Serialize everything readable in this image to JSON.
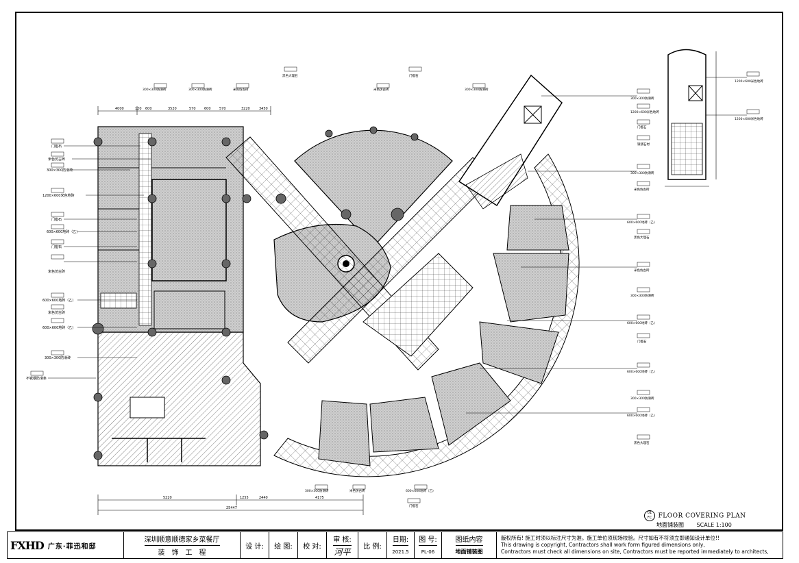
{
  "project": {
    "name": "深圳顺意顺德家乡菜餐厅",
    "subtitle": "装　饰　工　程"
  },
  "company": {
    "logo": "FXHD",
    "name": "广东·菲迅和邸"
  },
  "titleblock": {
    "design_label": "设 计:",
    "drawn_label": "绘 图:",
    "checked_label": "校 对:",
    "review_label": "审 核:",
    "scale_label": "比 例:",
    "date_label": "日期:",
    "date_value": "2021.5",
    "sheet_label": "图 号:",
    "sheet_value": "PL-06",
    "content_label": "图纸内容",
    "content_value": "地面铺装图",
    "signature": "河平"
  },
  "notice": {
    "line1": "版权所有! 施工时须以标注尺寸为准。施工单位须现场校验。尺寸如有不符须立即通知设计单位!!",
    "line2": "This drawing is copyright, Contractors shall work form figured dimensions only,",
    "line3": "Contractors must check all dimensions on site, Contractors must be reported immediately to architects,"
  },
  "plan_title": {
    "main": "FLOOR COVERING PLAN",
    "sub": "地面铺装图",
    "scale": "SCALE 1:100",
    "tag_top": "01",
    "tag_bottom": "FC"
  },
  "dimensions": {
    "top": [
      "4000",
      "120",
      "600",
      "3520",
      "570",
      "600",
      "570",
      "3220",
      "3450"
    ],
    "bottom_a": "5220",
    "bottom_b": "1255",
    "bottom_c": "2440",
    "bottom_total": "25447",
    "bottom_d": "4175"
  },
  "callouts": {
    "left": [
      "门槛石",
      "米色仿古砖",
      "300×300防滑砖",
      "1200×600米色地砖",
      "门槛石",
      "600×600地砖（乙)",
      "门槛石",
      "米色仿古砖",
      "600×600地砖（乙)",
      "米色仿古砖",
      "600×600地砖（乙)",
      "300×300防滑砖",
      "不锈钢防滑条"
    ],
    "right": [
      "300×300防滑砖",
      "1200×600米色地砖",
      "门槛石",
      "银镜石材",
      "300×300防滑砖",
      "米色仿古砖",
      "600×600地砖（乙)",
      "黑色大理石",
      "米色仿古砖",
      "300×300防滑砖",
      "600×600地砖（乙)",
      "门槛石",
      "600×600地砖（乙)",
      "300×300防滑砖",
      "600×600地砖（乙)",
      "黑色大理石"
    ],
    "top": [
      "300×300防滑砖",
      "300×300防滑砖",
      "米色仿古砖",
      "黑色大理石",
      "米色仿古砖",
      "门槛石",
      "300×300防滑砖"
    ],
    "bottom": [
      "300×300防滑砖",
      "米色仿古砖",
      "600×600地砖（乙)",
      "门槛石"
    ],
    "stair": [
      "1200×600米色地砖",
      "1200×600米色地砖"
    ]
  }
}
